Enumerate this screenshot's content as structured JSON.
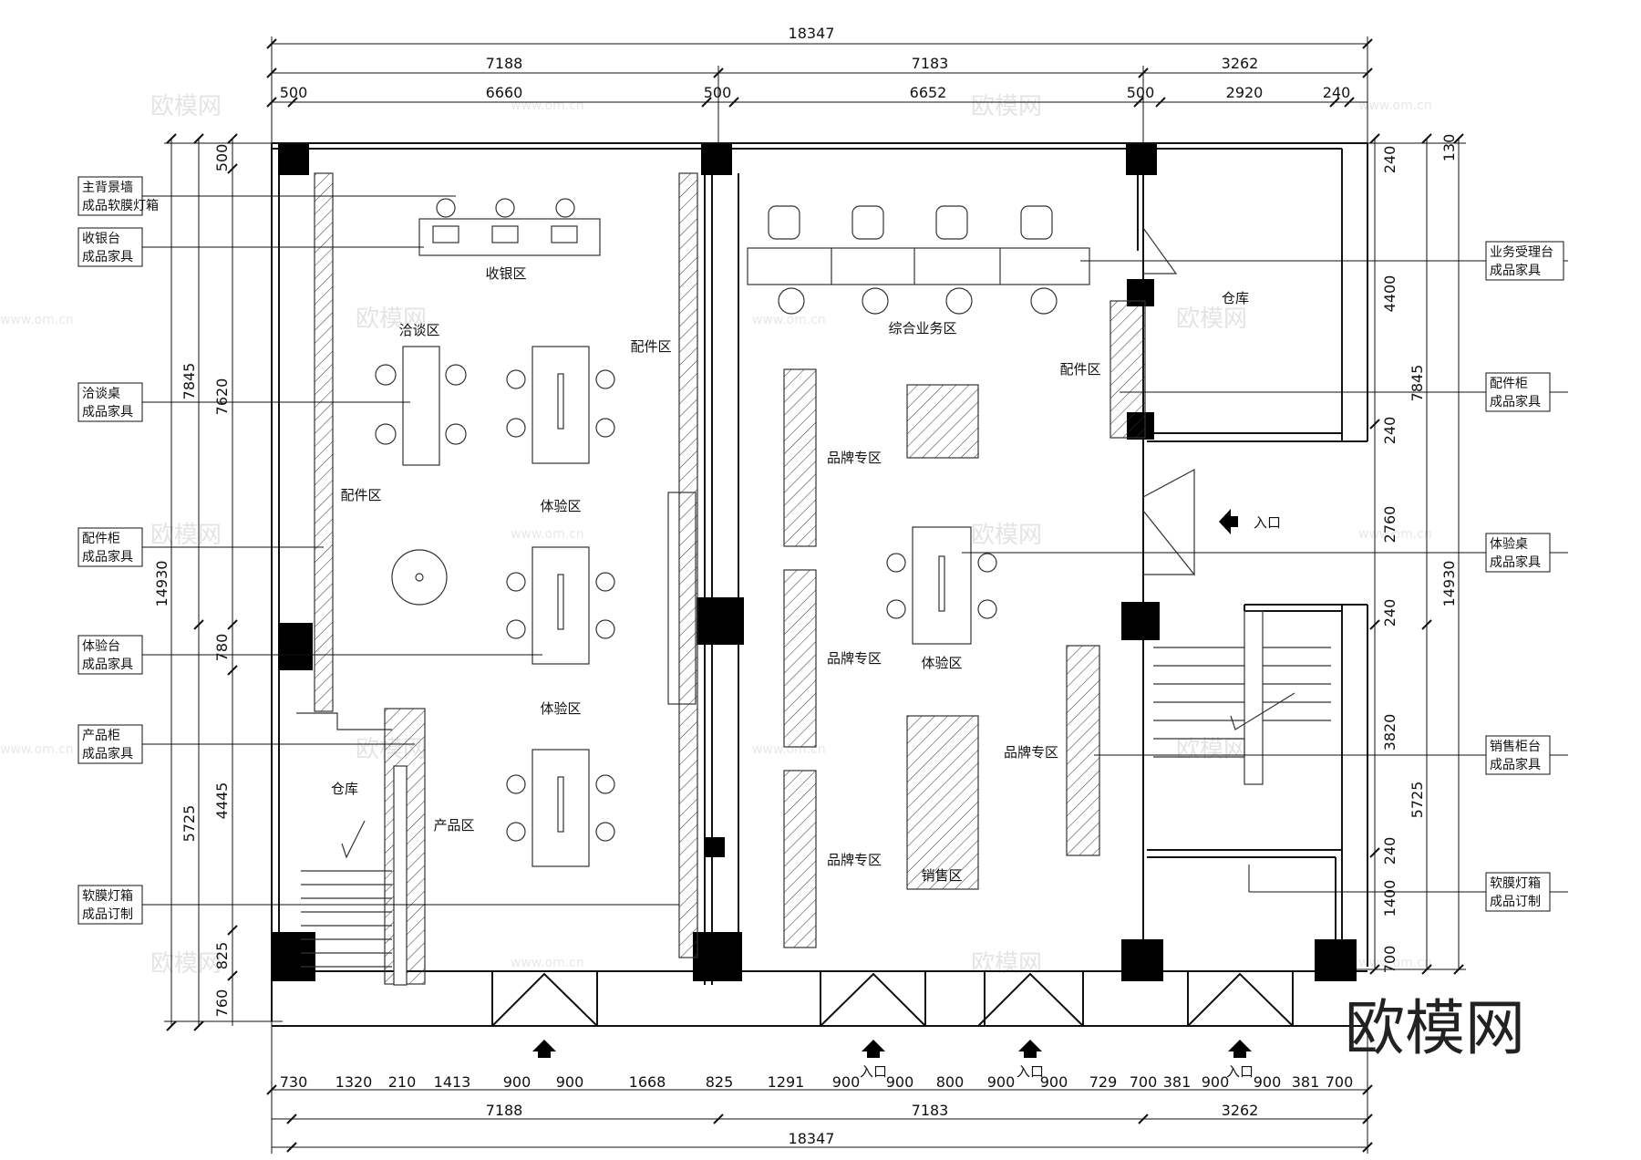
{
  "colors": {
    "line": "#111111",
    "column": "#000000",
    "watermark": "#e4e4e4",
    "background": "#ffffff"
  },
  "brand": "欧模网",
  "watermark": {
    "text": "欧模网",
    "url": "www.om.cn"
  },
  "dimensions": {
    "top_total": "18347",
    "top_mid": [
      "7188",
      "7183",
      "3262"
    ],
    "top_fine": [
      "500",
      "6660",
      "500",
      "6652",
      "500",
      "2920",
      "240"
    ],
    "bottom_fine": [
      "730",
      "1320",
      "210",
      "1413",
      "900",
      "900",
      "1668",
      "825",
      "1291",
      "900",
      "900",
      "800",
      "900",
      "900",
      "729",
      "700",
      "381",
      "900",
      "900",
      "381",
      "700"
    ],
    "bottom_mid": [
      "7188",
      "7183",
      "3262"
    ],
    "bottom_total": "18347",
    "left_total": "14930",
    "left_mid": [
      "7845",
      "5725"
    ],
    "left_fine": [
      "500",
      "7620",
      "780",
      "4445",
      "825",
      "760"
    ],
    "right_total": "14930",
    "right_mid": [
      "7845",
      "5725"
    ],
    "right_fine": [
      "130",
      "240",
      "4400",
      "240",
      "2760",
      "240",
      "3820",
      "240",
      "1400",
      "700"
    ]
  },
  "rooms": [
    "收银区",
    "洽谈区",
    "配件区",
    "配件区",
    "体验区",
    "体验区",
    "仓库",
    "产品区",
    "综合业务区",
    "仓库",
    "配件区",
    "品牌专区",
    "品牌专区",
    "品牌专区",
    "体验区",
    "品牌专区",
    "销售区"
  ],
  "entrance": "入口",
  "callouts_left": [
    [
      "主背景墙",
      "成品软膜灯箱"
    ],
    [
      "收银台",
      "成品家具"
    ],
    [
      "洽谈桌",
      "成品家具"
    ],
    [
      "配件柜",
      "成品家具"
    ],
    [
      "体验台",
      "成品家具"
    ],
    [
      "产品柜",
      "成品家具"
    ],
    [
      "软膜灯箱",
      "成品订制"
    ]
  ],
  "callouts_right": [
    [
      "业务受理台",
      "成品家具"
    ],
    [
      "配件柜",
      "成品家具"
    ],
    [
      "体验桌",
      "成品家具"
    ],
    [
      "销售柜台",
      "成品家具"
    ],
    [
      "软膜灯箱",
      "成品订制"
    ]
  ]
}
